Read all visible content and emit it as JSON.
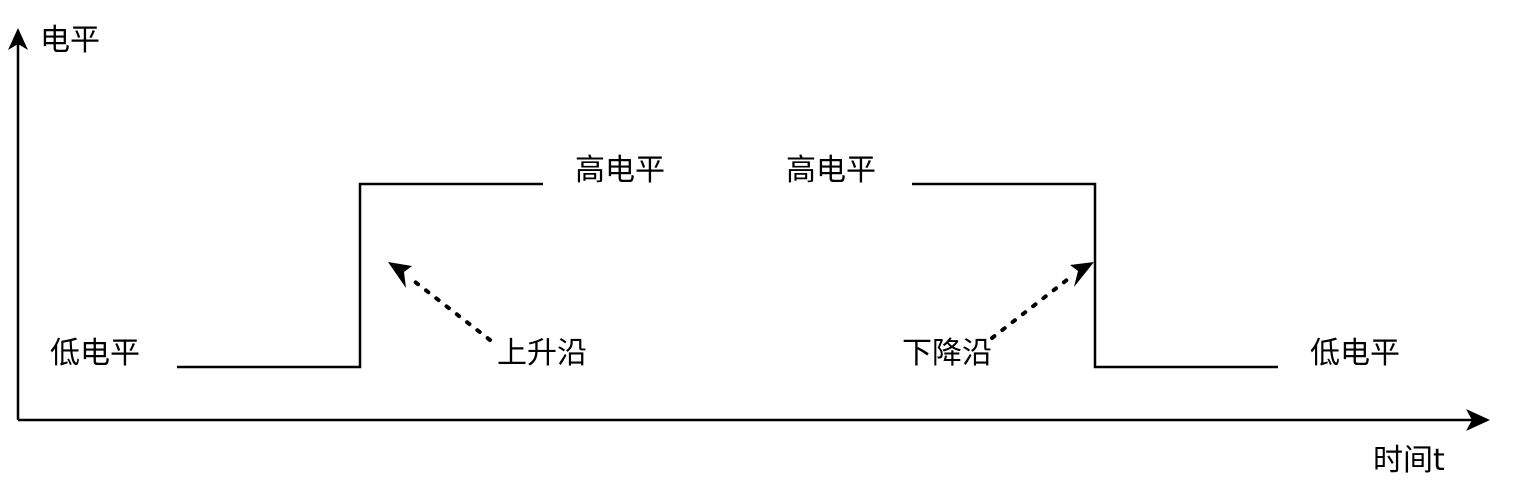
{
  "axes": {
    "y_label": "电平",
    "x_label": "时间t"
  },
  "levels": {
    "low_left": "低电平",
    "high_left": "高电平",
    "high_right": "高电平",
    "low_right": "低电平"
  },
  "edges": {
    "rising": "上升沿",
    "falling": "下降沿"
  },
  "colors": {
    "line": "#000000",
    "background": "#ffffff"
  }
}
